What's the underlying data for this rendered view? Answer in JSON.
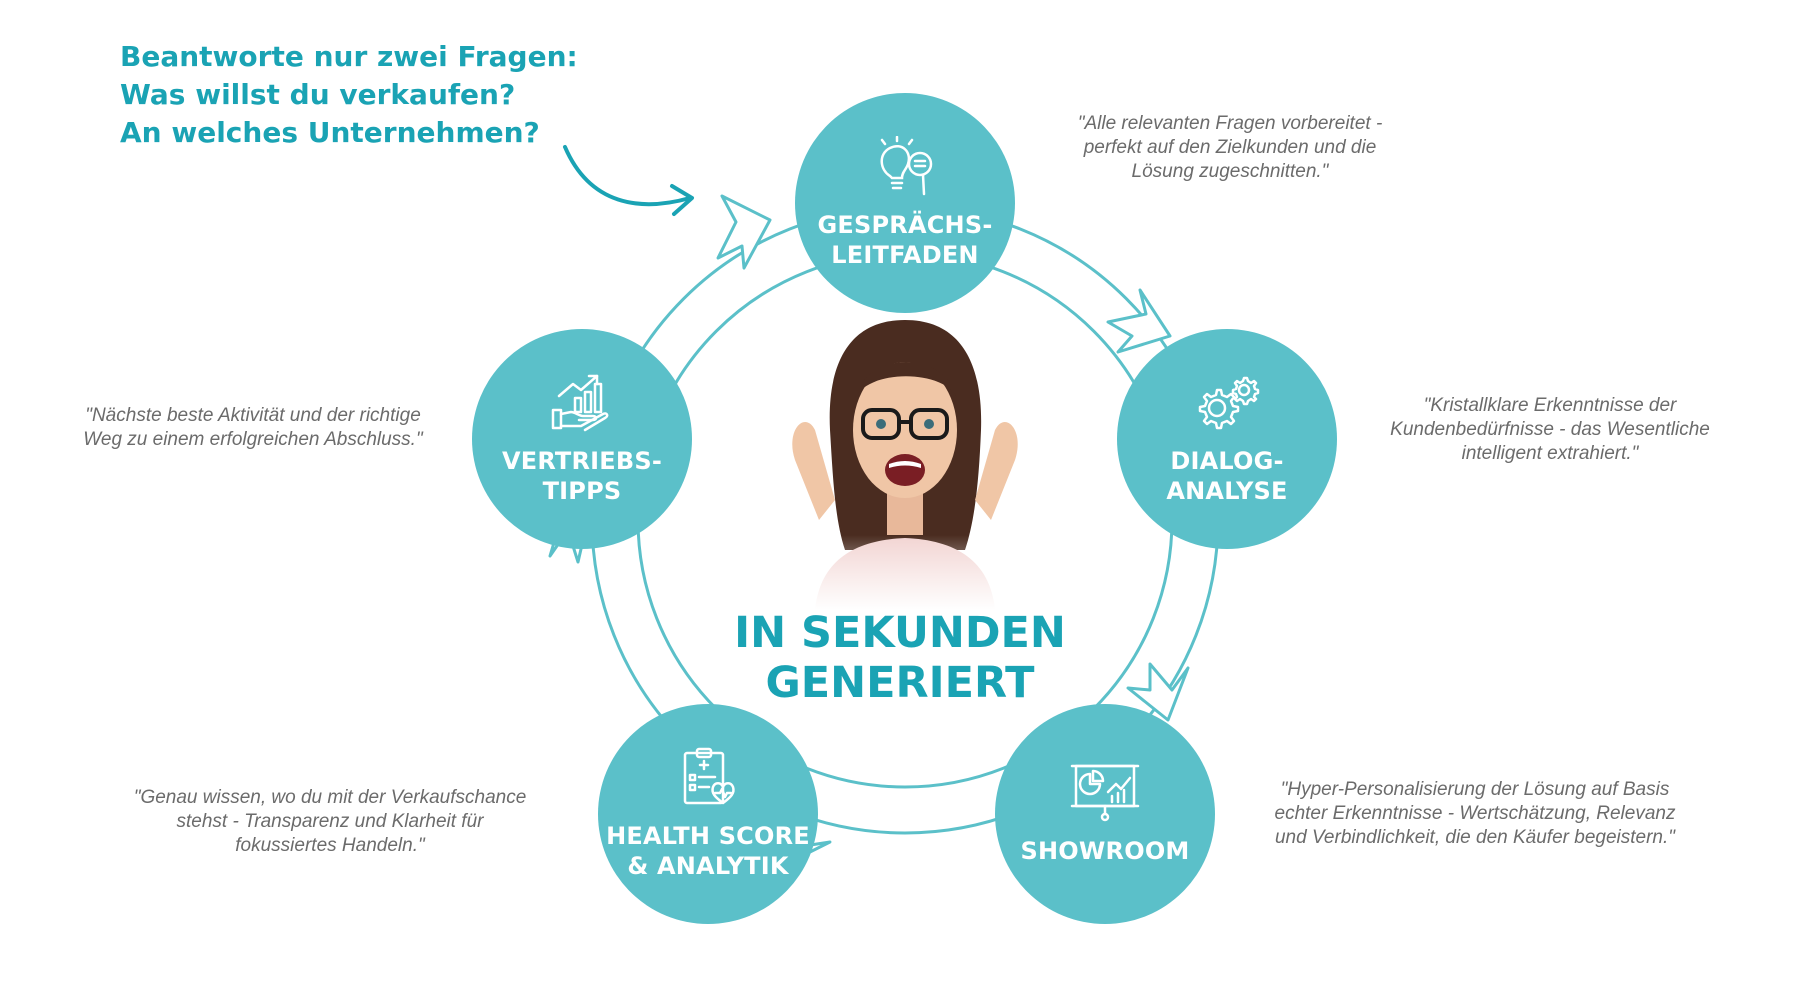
{
  "headline": {
    "lines": [
      "Beantworte nur zwei Fragen:",
      "Was willst du verkaufen?",
      "An welches Unternehmen?"
    ]
  },
  "center": {
    "lines": [
      "IN SEKUNDEN",
      "GENERIERT"
    ]
  },
  "nodes": [
    {
      "id": "gespraechsleitfaden",
      "icon": "lightbulb-magnifier-icon",
      "label_lines": [
        "GESPRÄCHS-",
        "LEITFADEN"
      ]
    },
    {
      "id": "dialog-analyse",
      "icon": "gears-icon",
      "label_lines": [
        "DIALOG-",
        "ANALYSE"
      ]
    },
    {
      "id": "showroom",
      "icon": "presentation-board-icon",
      "label_lines": [
        "SHOWROOM"
      ]
    },
    {
      "id": "health-score",
      "icon": "clipboard-heart-icon",
      "label_lines": [
        "HEALTH SCORE",
        "& ANALYTIK"
      ]
    },
    {
      "id": "vertriebstipps",
      "icon": "hand-growth-chart-icon",
      "label_lines": [
        "VERTRIEBS-",
        "TIPPS"
      ]
    }
  ],
  "quotes": {
    "gespraechsleitfaden": [
      "\"Alle relevanten Fragen vorbereitet -",
      "perfekt auf den Zielkunden und die",
      "Lösung zugeschnitten.\""
    ],
    "dialog_analyse": [
      "\"Kristallklare Erkenntnisse der",
      "Kundenbedürfnisse - das Wesentliche",
      "intelligent extrahiert.\""
    ],
    "showroom": [
      "\"Hyper-Personalisierung der Lösung auf Basis",
      "echter Erkenntnisse - Wertschätzung, Relevanz",
      "und Verbindlichkeit, die den Käufer begeistern.\""
    ],
    "health_score": [
      "\"Genau wissen, wo du mit der Verkaufschance",
      "stehst - Transparenz und Klarheit für",
      "fokussiertes Handeln.\""
    ],
    "vertriebstipps": [
      "\"Nächste beste Aktivität und der richtige",
      "Weg zu einem erfolgreichen Abschluss.\""
    ]
  },
  "colors": {
    "accent": "#1aa3b4",
    "node": "#5bc0c9",
    "ring": "#5bc0c9",
    "quote_text": "#6b6b6b"
  }
}
